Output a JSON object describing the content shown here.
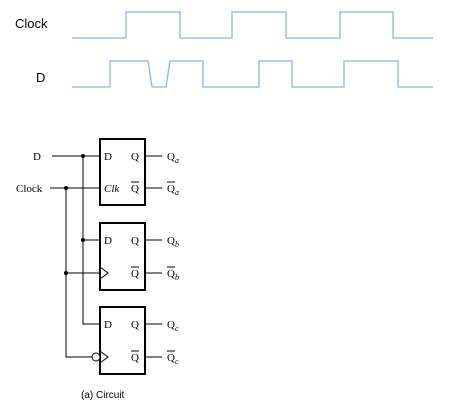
{
  "timing": {
    "clock_label": "Clock",
    "d_label": "D"
  },
  "circuit": {
    "input_d": "D",
    "input_clock": "Clock",
    "ff1": {
      "d": "D",
      "q": "Q",
      "clk": "Clk",
      "qbar": "Q",
      "out_q": "Q",
      "out_q_sub": "a",
      "out_qbar": "Q",
      "out_qbar_sub": "a"
    },
    "ff2": {
      "d": "D",
      "q": "Q",
      "qbar": "Q",
      "out_q": "Q",
      "out_q_sub": "b",
      "out_qbar": "Q",
      "out_qbar_sub": "b"
    },
    "ff3": {
      "d": "D",
      "q": "Q",
      "qbar": "Q",
      "out_q": "Q",
      "out_q_sub": "c",
      "out_qbar": "Q",
      "out_qbar_sub": "c"
    },
    "caption": "(a) Circuit"
  },
  "colors": {
    "waveform": "#8eb4e3",
    "ink": "#000000"
  }
}
